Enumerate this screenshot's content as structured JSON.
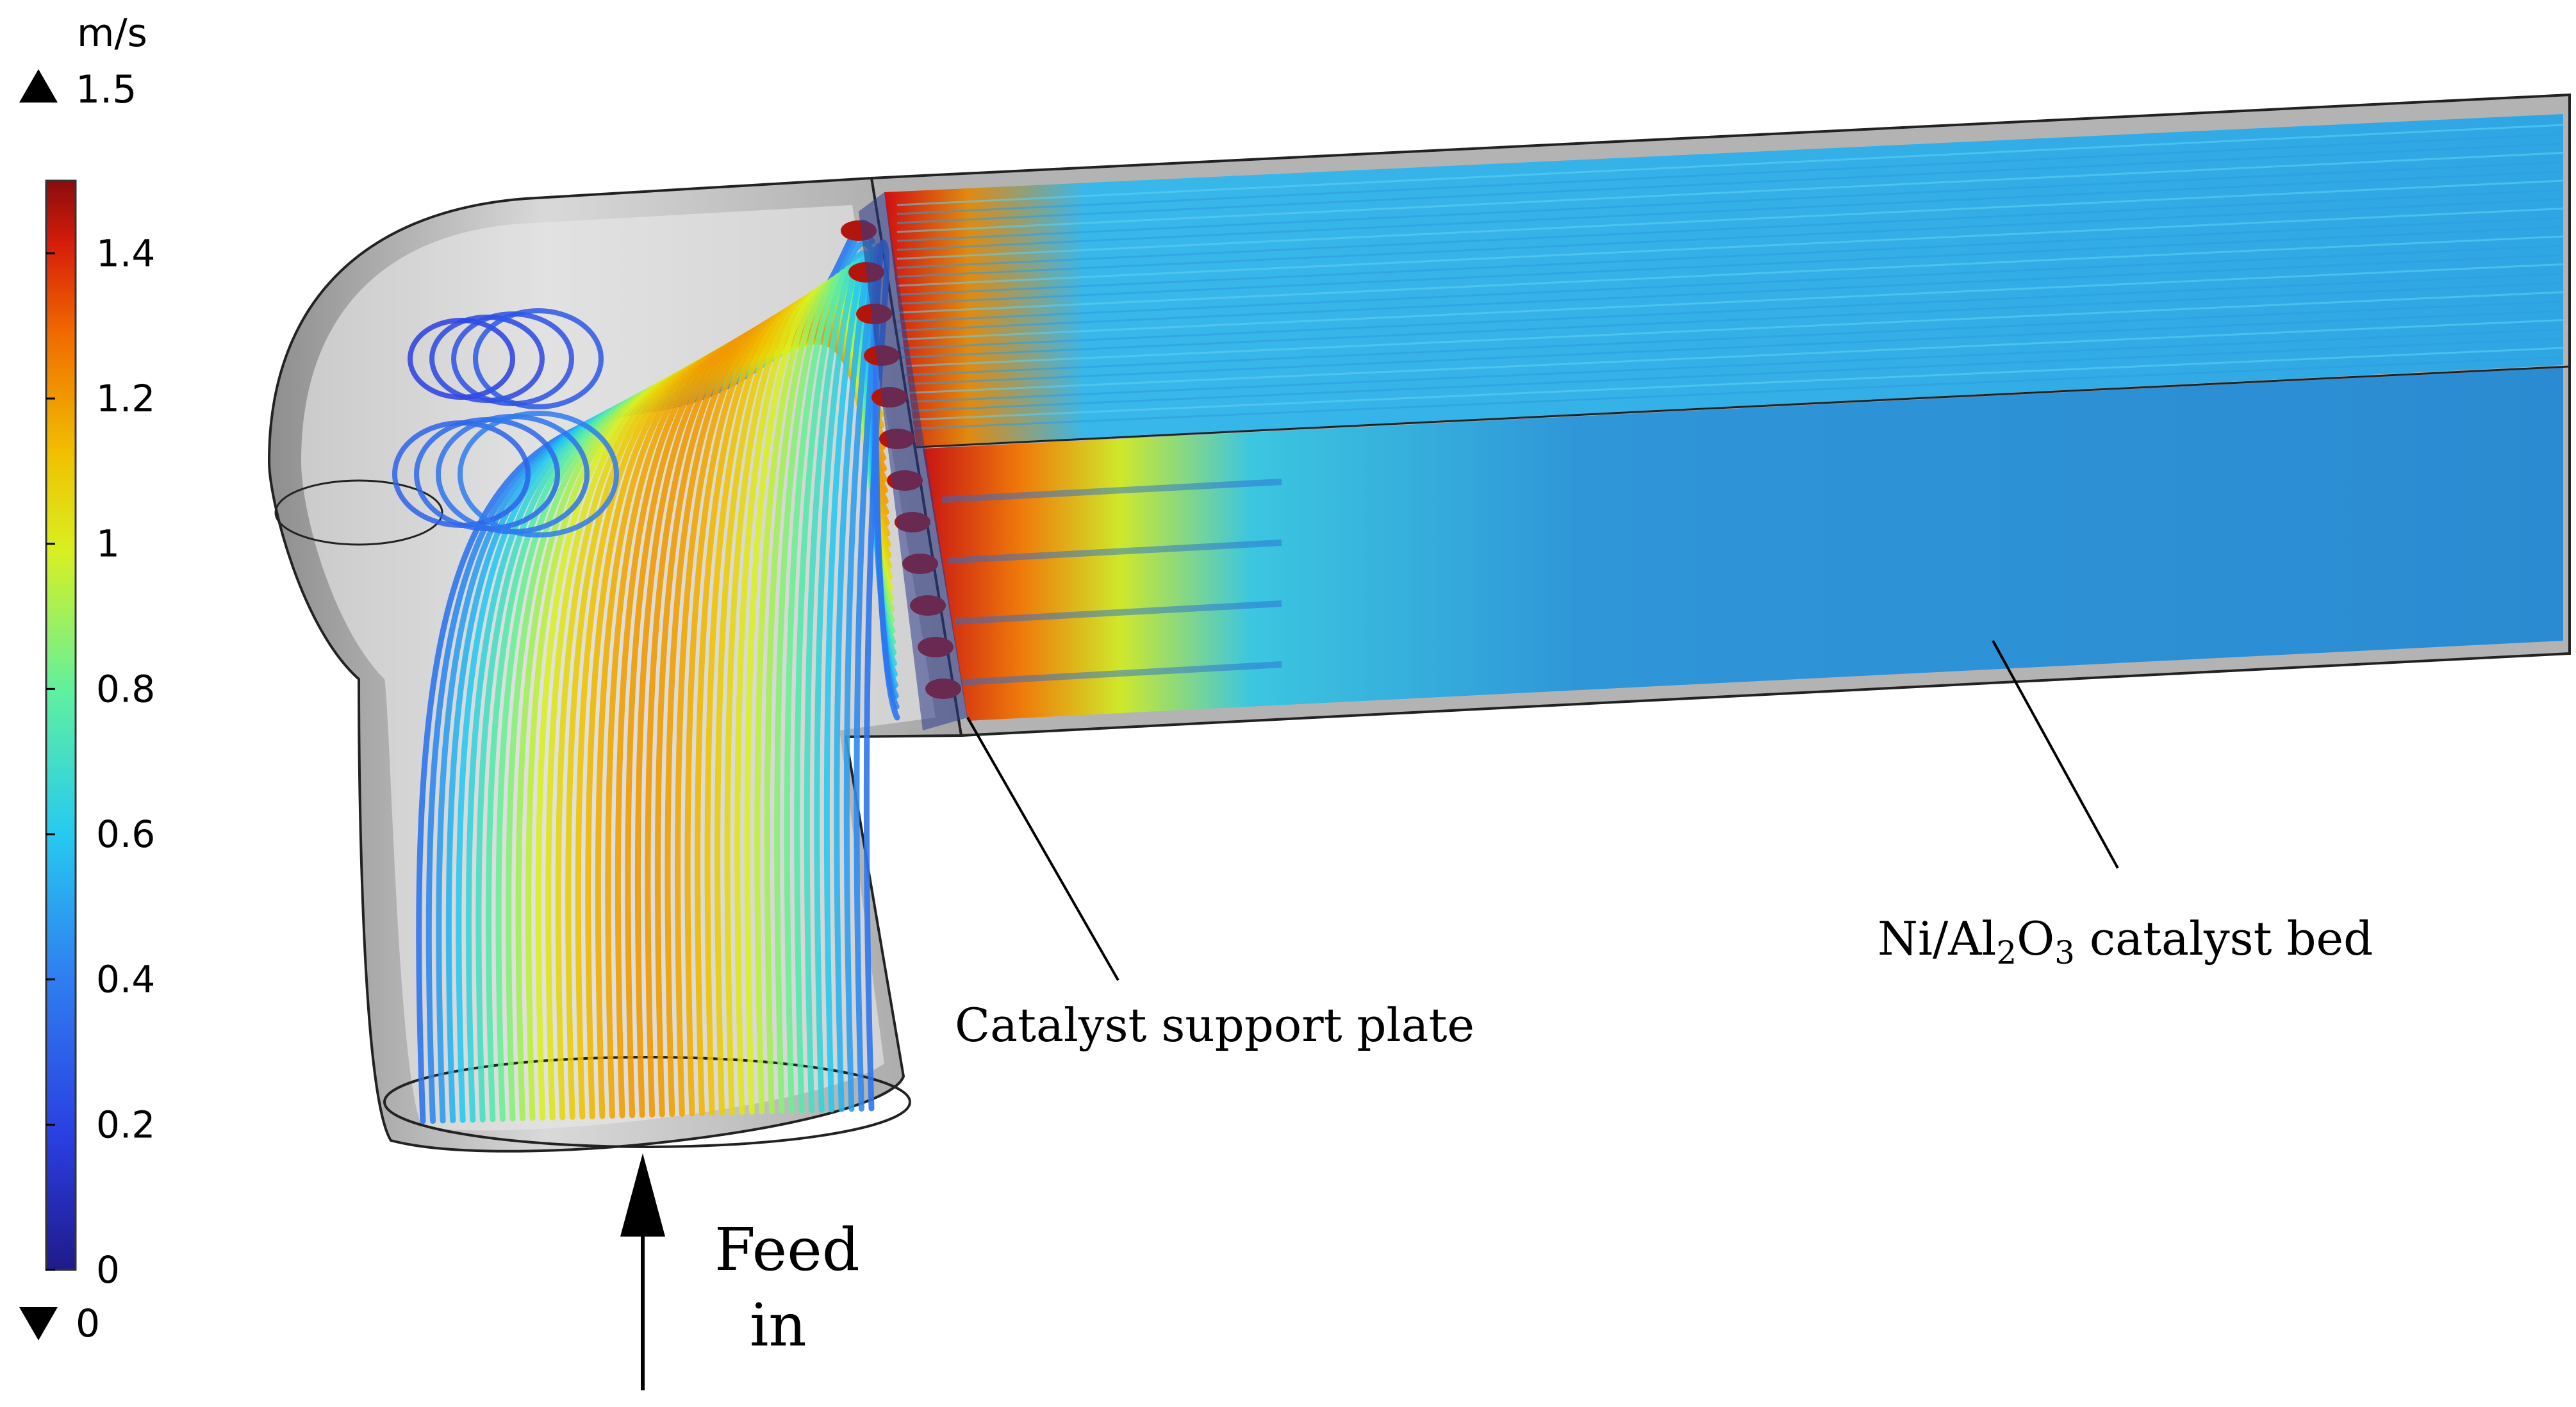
{
  "colorbar": {
    "unit": "m/s",
    "max_label": "1.5",
    "min_label": "0",
    "ticks": [
      "1.4",
      "1.2",
      "1",
      "0.8",
      "0.6",
      "0.4",
      "0.2",
      "0"
    ],
    "tick_values": [
      1.4,
      1.2,
      1.0,
      0.8,
      0.6,
      0.4,
      0.2,
      0.0
    ],
    "range": [
      0,
      1.5
    ],
    "colormap": "rainbow (jet)"
  },
  "labels": {
    "support_plate": "Catalyst support plate",
    "catalyst_bed_prefix": "Ni/Al",
    "catalyst_bed_sub1": "2",
    "catalyst_bed_mid": "O",
    "catalyst_bed_sub2": "3",
    "catalyst_bed_suffix": " catalyst bed",
    "feed_line1": "Feed",
    "feed_line2": "in"
  },
  "colors": {
    "pipe_wall": "#a8a8a8",
    "pipe_inner": "#dedede",
    "bed_color": "#2f8fd6",
    "jet_low": "#1a2a9a",
    "jet_high": "#b01010"
  }
}
